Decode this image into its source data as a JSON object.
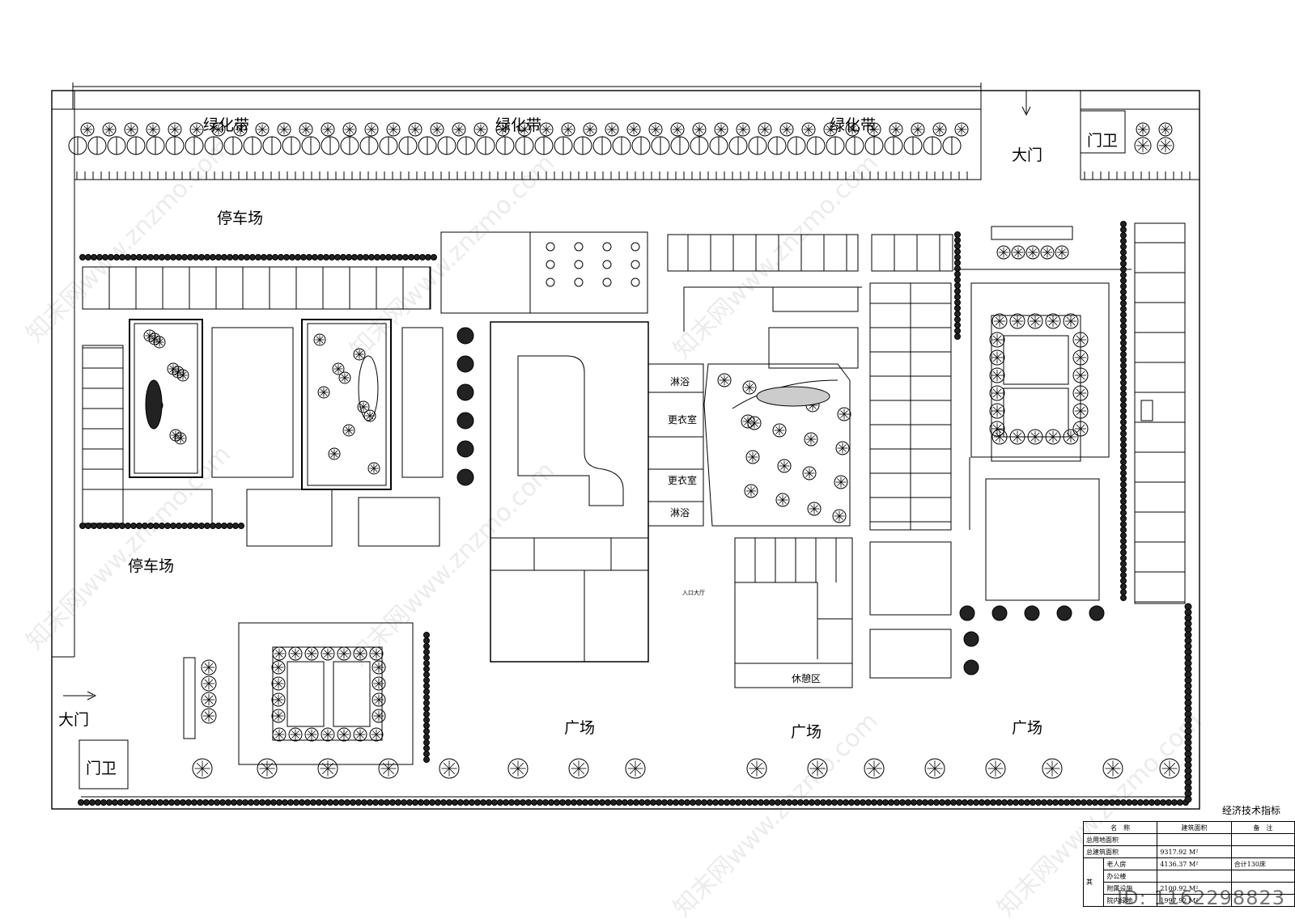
{
  "plan": {
    "labels": {
      "green_belt": "绿化带",
      "parking": "停车场",
      "gate": "大门",
      "guard": "门卫",
      "plaza": "广场",
      "entry_hall": "入口大厅",
      "shower": "淋浴",
      "changing": "更衣室",
      "rest_area": "休憩区"
    }
  },
  "econ": {
    "title": "经济技术指标",
    "headers": [
      "名　称",
      "建筑面积",
      "备　注"
    ],
    "rows": [
      {
        "name": "总用地面积",
        "value": "",
        "note": ""
      },
      {
        "name": "总建筑面积",
        "value": "9317.92 M²",
        "note": ""
      },
      {
        "name": "老人房",
        "value": "4136.37 M²",
        "note": "合计130床"
      },
      {
        "name": "办公楼",
        "value": "",
        "note": ""
      },
      {
        "name": "附属设施",
        "value": "2100.92 M²",
        "note": ""
      },
      {
        "name": "院内绿地",
        "value": "1997.92 M²",
        "note": ""
      }
    ],
    "side_label": "其"
  },
  "watermark": {
    "text": "知末网www.znzmo.com",
    "id": "ID: 1162298823"
  },
  "colors": {
    "ink": "#000000",
    "paper": "#ffffff"
  }
}
